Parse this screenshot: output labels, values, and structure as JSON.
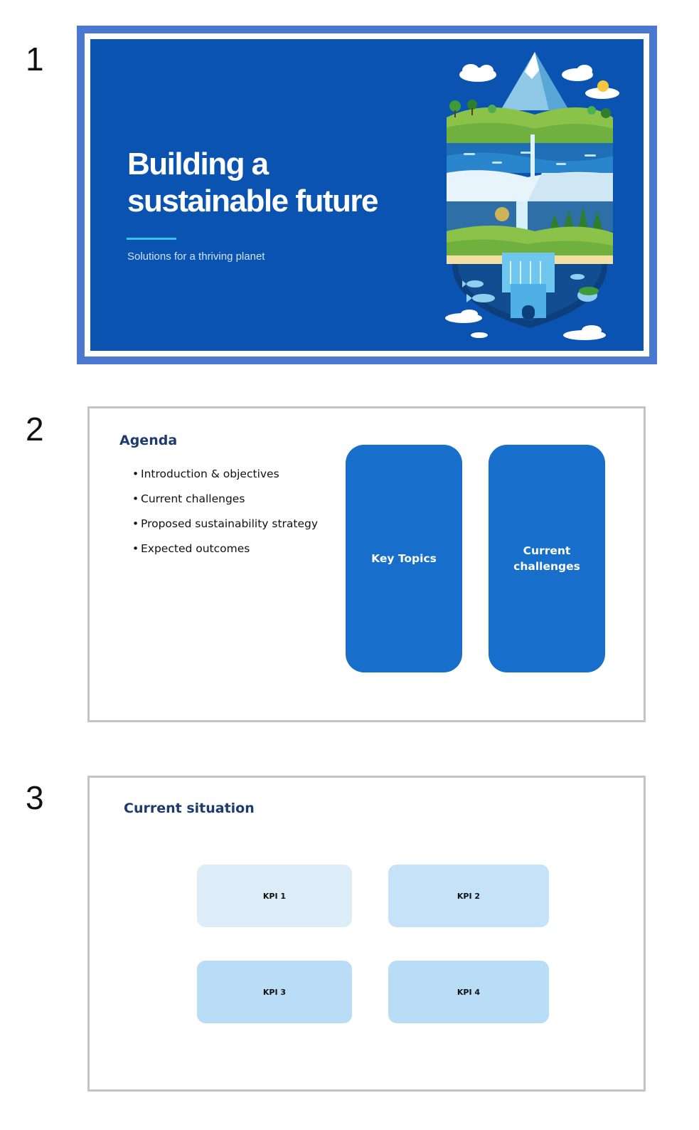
{
  "slide_numbers": [
    "1",
    "2",
    "3"
  ],
  "slide1": {
    "title_line1": "Building a",
    "title_line2": "sustainable future",
    "subtitle": "Solutions for a thriving planet",
    "colors": {
      "outer_frame": "#4a78d0",
      "background": "#0a53b0",
      "accent_line": "#37c3e8"
    },
    "illustration_icon": "nature-shield-illustration"
  },
  "slide2": {
    "title": "Agenda",
    "bullets": [
      "Introduction & objectives",
      "Current challenges",
      "Proposed sustainability strategy",
      "Expected outcomes"
    ],
    "cards": [
      "Key Topics",
      "Current challenges"
    ],
    "colors": {
      "title": "#1d3b6e",
      "card": "#176fcb"
    }
  },
  "slide3": {
    "title": "Current situation",
    "kpis": [
      "KPI 1",
      "KPI 2",
      "KPI 3",
      "KPI 4"
    ],
    "colors": {
      "kpi1": "#dcedf8",
      "kpi2": "#c6e2f8",
      "kpi3": "#b9dcf7",
      "kpi4": "#b9dcf7"
    }
  }
}
